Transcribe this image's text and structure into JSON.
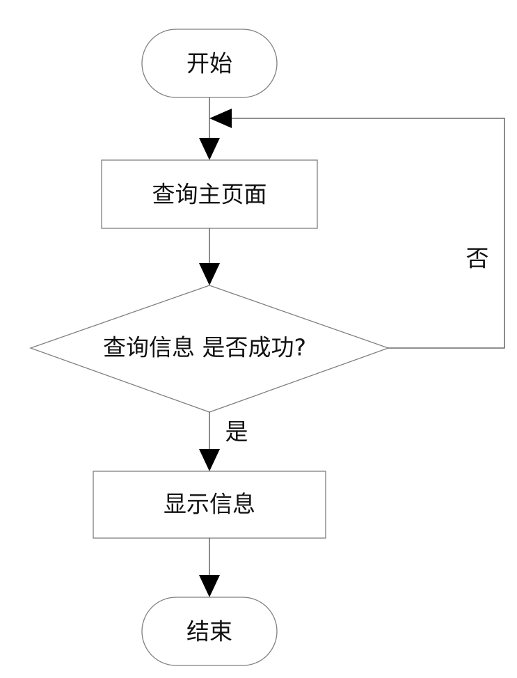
{
  "nodes": {
    "start": "开始",
    "query_homepage": "查询主页面",
    "decision": "查询信息 是否成功?",
    "show_info": "显示信息",
    "end": "结束"
  },
  "edges": {
    "yes_label": "是",
    "no_label": "否"
  }
}
